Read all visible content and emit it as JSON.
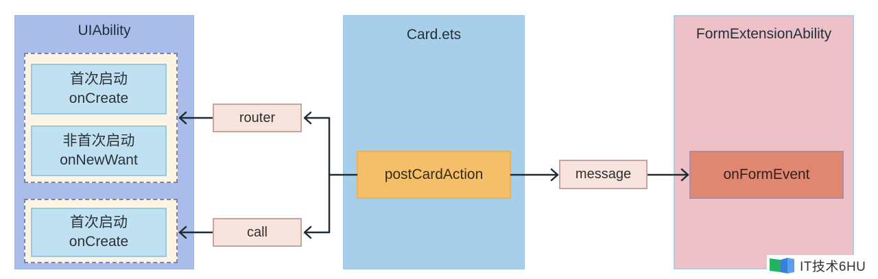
{
  "diagram": {
    "uiability": {
      "title": "UIAbility",
      "group_router": {
        "items": [
          {
            "line1": "首次启动",
            "line2": "onCreate"
          },
          {
            "line1": "非首次启动",
            "line2": "onNewWant"
          }
        ]
      },
      "group_call": {
        "items": [
          {
            "line1": "首次启动",
            "line2": "onCreate"
          }
        ]
      }
    },
    "card": {
      "title": "Card.ets",
      "action": "postCardAction"
    },
    "form_extension": {
      "title": "FormExtensionAbility",
      "handler": "onFormEvent"
    },
    "edges": {
      "router": "router",
      "call": "call",
      "message": "message"
    },
    "colors": {
      "uiability_bg": "#a9bcea",
      "group_bg": "#fdf4e4",
      "lifecycle_box": "#bfe1f2",
      "card_bg": "#a8cfea",
      "action_box": "#f4bf68",
      "form_bg": "#eec1c9",
      "handler_box": "#df8770",
      "edge_label_box": "#f8e4de",
      "arrow": "#1f2a33"
    }
  },
  "watermark": {
    "text": "IT技术6HU"
  }
}
